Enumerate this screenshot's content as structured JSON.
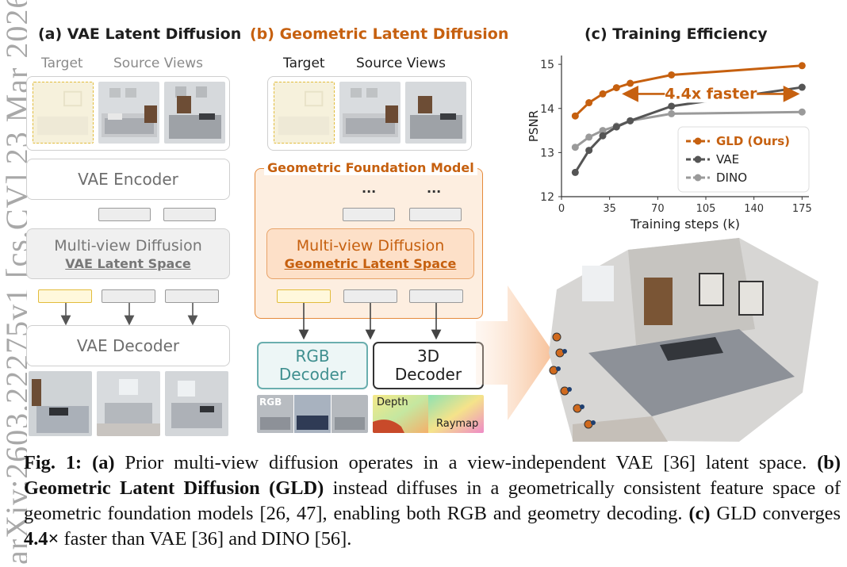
{
  "sidebar_watermark": "arXiv:2603.22275v1 [cs.CV] 23 Mar 2026",
  "panel_a": {
    "title": "(a) VAE Latent Diffusion",
    "target_label": "Target",
    "source_label": "Source Views",
    "encoder": "VAE Encoder",
    "diffusion_line1": "Multi-view Diffusion",
    "diffusion_line2": "VAE Latent Space",
    "decoder": "VAE Decoder"
  },
  "panel_b": {
    "title": "(b) Geometric Latent Diffusion",
    "target_label": "Target",
    "source_label": "Source Views",
    "foundation_model": "Geometric Foundation Model",
    "dots": "...",
    "diffusion_line1": "Multi-view Diffusion",
    "diffusion_line2": "Geometric Latent Space",
    "rgb_decoder_line1": "RGB",
    "rgb_decoder_line2": "Decoder",
    "decoder3d_line1": "3D",
    "decoder3d_line2": "Decoder",
    "rgb_tag": "RGB",
    "depth_tag": "Depth",
    "raymap_tag": "Raymap"
  },
  "colors": {
    "orange": "#c6600f",
    "orange_light": "#fdeee0",
    "teal": "#5aa6a6",
    "vae_grey": "#555555",
    "dino_grey": "#9a9a9a",
    "yellow": "#e2bc3c"
  },
  "chart_data": {
    "type": "line",
    "title": "(c) Training Efficiency",
    "xlabel": "Training steps (k)",
    "ylabel": "PSNR",
    "xlim": [
      0,
      180
    ],
    "ylim": [
      12,
      15.2
    ],
    "xticks": [
      0,
      35,
      70,
      105,
      140,
      175
    ],
    "yticks": [
      12,
      13,
      14,
      15
    ],
    "grid": false,
    "legend_placement": "right",
    "annotation": "4.4x faster",
    "series": [
      {
        "name": "GLD (Ours)",
        "color": "#c6600f",
        "x": [
          10,
          20,
          30,
          40,
          50,
          80,
          175
        ],
        "y": [
          13.83,
          14.13,
          14.33,
          14.47,
          14.57,
          14.76,
          14.97
        ]
      },
      {
        "name": "VAE",
        "color": "#555555",
        "x": [
          10,
          20,
          30,
          40,
          50,
          80,
          175
        ],
        "y": [
          12.55,
          13.05,
          13.38,
          13.58,
          13.72,
          14.05,
          14.48
        ]
      },
      {
        "name": "DINO",
        "color": "#9a9a9a",
        "x": [
          10,
          20,
          30,
          40,
          50,
          80,
          175
        ],
        "y": [
          13.12,
          13.35,
          13.5,
          13.6,
          13.72,
          13.88,
          13.92
        ]
      }
    ]
  },
  "caption": {
    "fig_label": "Fig. 1:",
    "a_label": "(a)",
    "a_text": "Prior multi-view diffusion operates in a view-independent VAE [36] latent space.",
    "b_label": "(b)",
    "b_bold": "Geometric Latent Diffusion (GLD)",
    "b_text": "instead diffuses in a geometrically consistent feature space of geometric foundation models [26, 47], enabling both RGB and geometry decoding.",
    "c_label": "(c)",
    "c_text1": "GLD converges",
    "c_bold": "4.4×",
    "c_text2": "faster than VAE [36] and DINO [56]."
  }
}
